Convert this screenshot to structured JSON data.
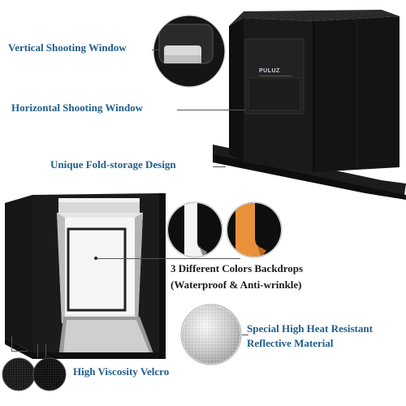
{
  "callouts": {
    "vertical_window": "Vertical Shooting Window",
    "horizontal_window": "Horizontal Shooting Window",
    "fold_storage": "Unique Fold-storage Design",
    "backdrops_line1": "3 Different Colors Backdrops",
    "backdrops_line2": "(Waterproof & Anti-wrinkle)",
    "reflective_line1": "Special High Heat Resistant",
    "reflective_line2": "Reflective Material",
    "velcro": "High Viscosity Velcro"
  },
  "brand": {
    "logo_text": "PULUZ"
  },
  "colors": {
    "callout_blue": "#1f5d8a",
    "box_black": "#141414",
    "backdrop_orange": "#e8913a",
    "backdrop_white": "#f4f4f4"
  }
}
